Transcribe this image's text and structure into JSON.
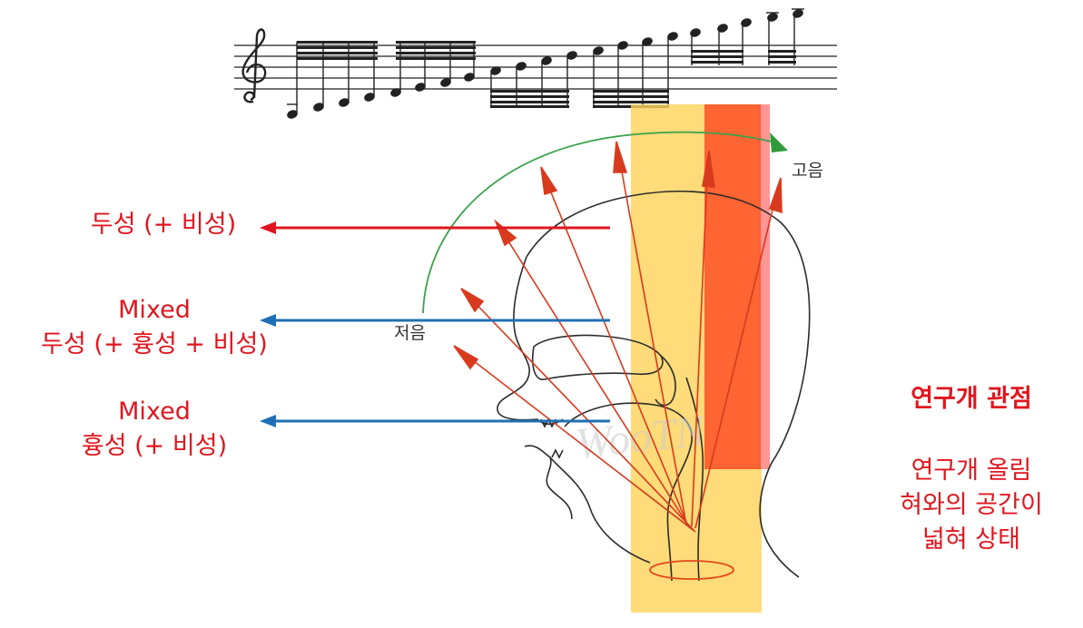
{
  "staff": {
    "clef": "treble-clef"
  },
  "diagram": {
    "arc_start_label": "저음",
    "arc_end_label": "고음",
    "watermark": "WooTN"
  },
  "registers": [
    {
      "lines": [
        "두성 (+ 비성)"
      ],
      "arrow_color": "#e0161e"
    },
    {
      "lines": [
        "Mixed",
        "두성 (+ 흉성 + 비성)"
      ],
      "arrow_color": "#1f6fb5"
    },
    {
      "lines": [
        "Mixed",
        "흉성 (+ 비성)"
      ],
      "arrow_color": "#1f6fb5"
    }
  ],
  "side_note": {
    "title": "연구개 관점",
    "lines": [
      "연구개 올림",
      "혀와의 공간이",
      "넓혀 상태"
    ]
  },
  "colors": {
    "label_red": "#e0161e",
    "arrow_blue": "#1f6fb5",
    "yellow_band": "#ffd35c",
    "orange_band": "#ff5a2e",
    "pink_band": "#ff8a8a",
    "arc_green": "#3aa24a",
    "resonance_red": "#d83a1e"
  }
}
